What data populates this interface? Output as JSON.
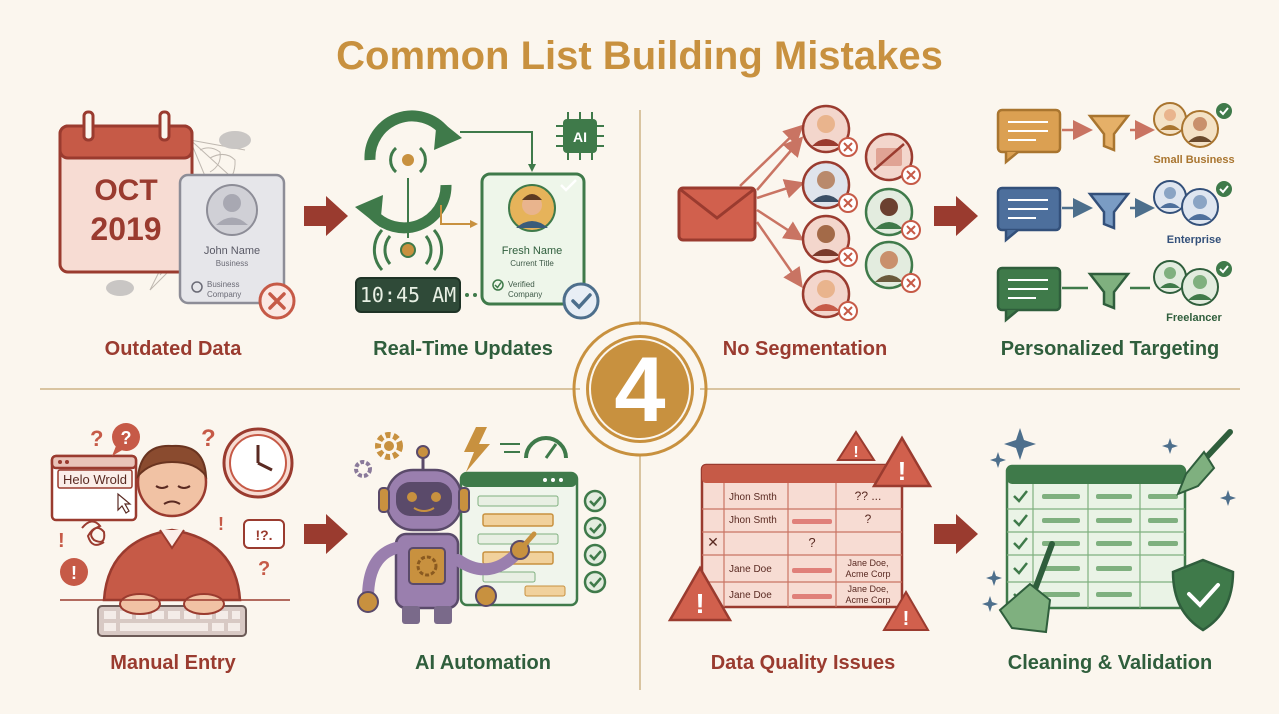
{
  "title": "Common List Building Mistakes",
  "center_number": "4",
  "panels": {
    "outdated": {
      "label": "Outdated Data",
      "month": "OCT",
      "year": "2019",
      "card_name": "John Name",
      "card_sub": "Business",
      "card_company_1": "Business",
      "card_company_2": "Company"
    },
    "realtime": {
      "label": "Real-Time Updates",
      "chip": "AI",
      "clock": "10:45 AM",
      "card_name": "Fresh Name",
      "card_title": "Current Title",
      "card_verified_1": "Verified",
      "card_verified_2": "Company"
    },
    "nosegment": {
      "label": "No Segmentation"
    },
    "personalized": {
      "label": "Personalized Targeting",
      "seg1": "Small Business",
      "seg2": "Enterprise",
      "seg3": "Freelancer"
    },
    "manual": {
      "label": "Manual Entry",
      "typo": "Helo Wrold",
      "bubble": "!?."
    },
    "ai": {
      "label": "AI Automation"
    },
    "quality": {
      "label": "Data Quality Issues",
      "rows": [
        {
          "c1": "Jhon Smth",
          "c3": "?? ..."
        },
        {
          "c1": "Jhon Smth",
          "c3": "?"
        },
        {
          "c0": "✕",
          "c2": "?"
        },
        {
          "c1": "Jane Doe",
          "c3a": "Jane Doe,",
          "c3b": "Acme Corp"
        },
        {
          "c1": "Jane Doe",
          "c3a": "Jane Doe,",
          "c3b": "Acme Corp"
        }
      ]
    },
    "cleaning": {
      "label": "Cleaning & Validation"
    }
  },
  "colors": {
    "accent_gold": "#c8913f",
    "mistake_red": "#9a3b2f",
    "fix_green": "#2f5e3c",
    "background": "#fbf6ee"
  }
}
